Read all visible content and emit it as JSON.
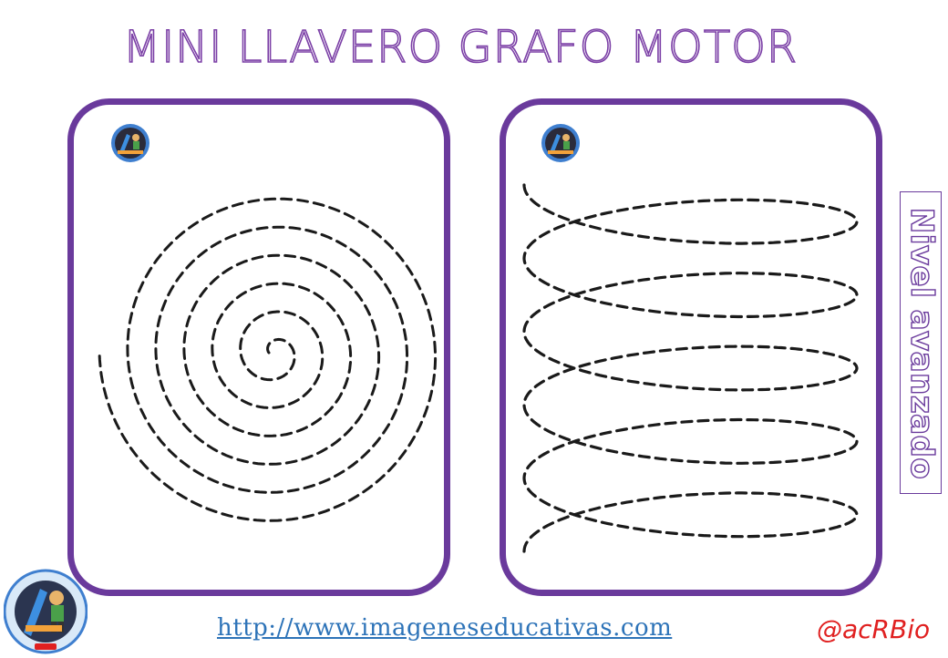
{
  "worksheet": {
    "title": "MINI LLAVERO GRAFO MOTOR",
    "level_label": "Nivel avanzado",
    "website_url": "http://www.imageneseducativas.com",
    "author_signature": "@acRBio",
    "cards": [
      {
        "pattern": "spiral-trace",
        "logo_icon": "imageneseducativas-logo-icon"
      },
      {
        "pattern": "loop-coil-trace",
        "logo_icon": "imageneseducativas-logo-icon"
      }
    ]
  },
  "colors": {
    "accent_purple": "#6a3a9c",
    "title_purple": "#7b3fa6",
    "url_blue": "#2d73b8",
    "signature_red": "#e02020",
    "trace_line": "#1a1a1a"
  }
}
